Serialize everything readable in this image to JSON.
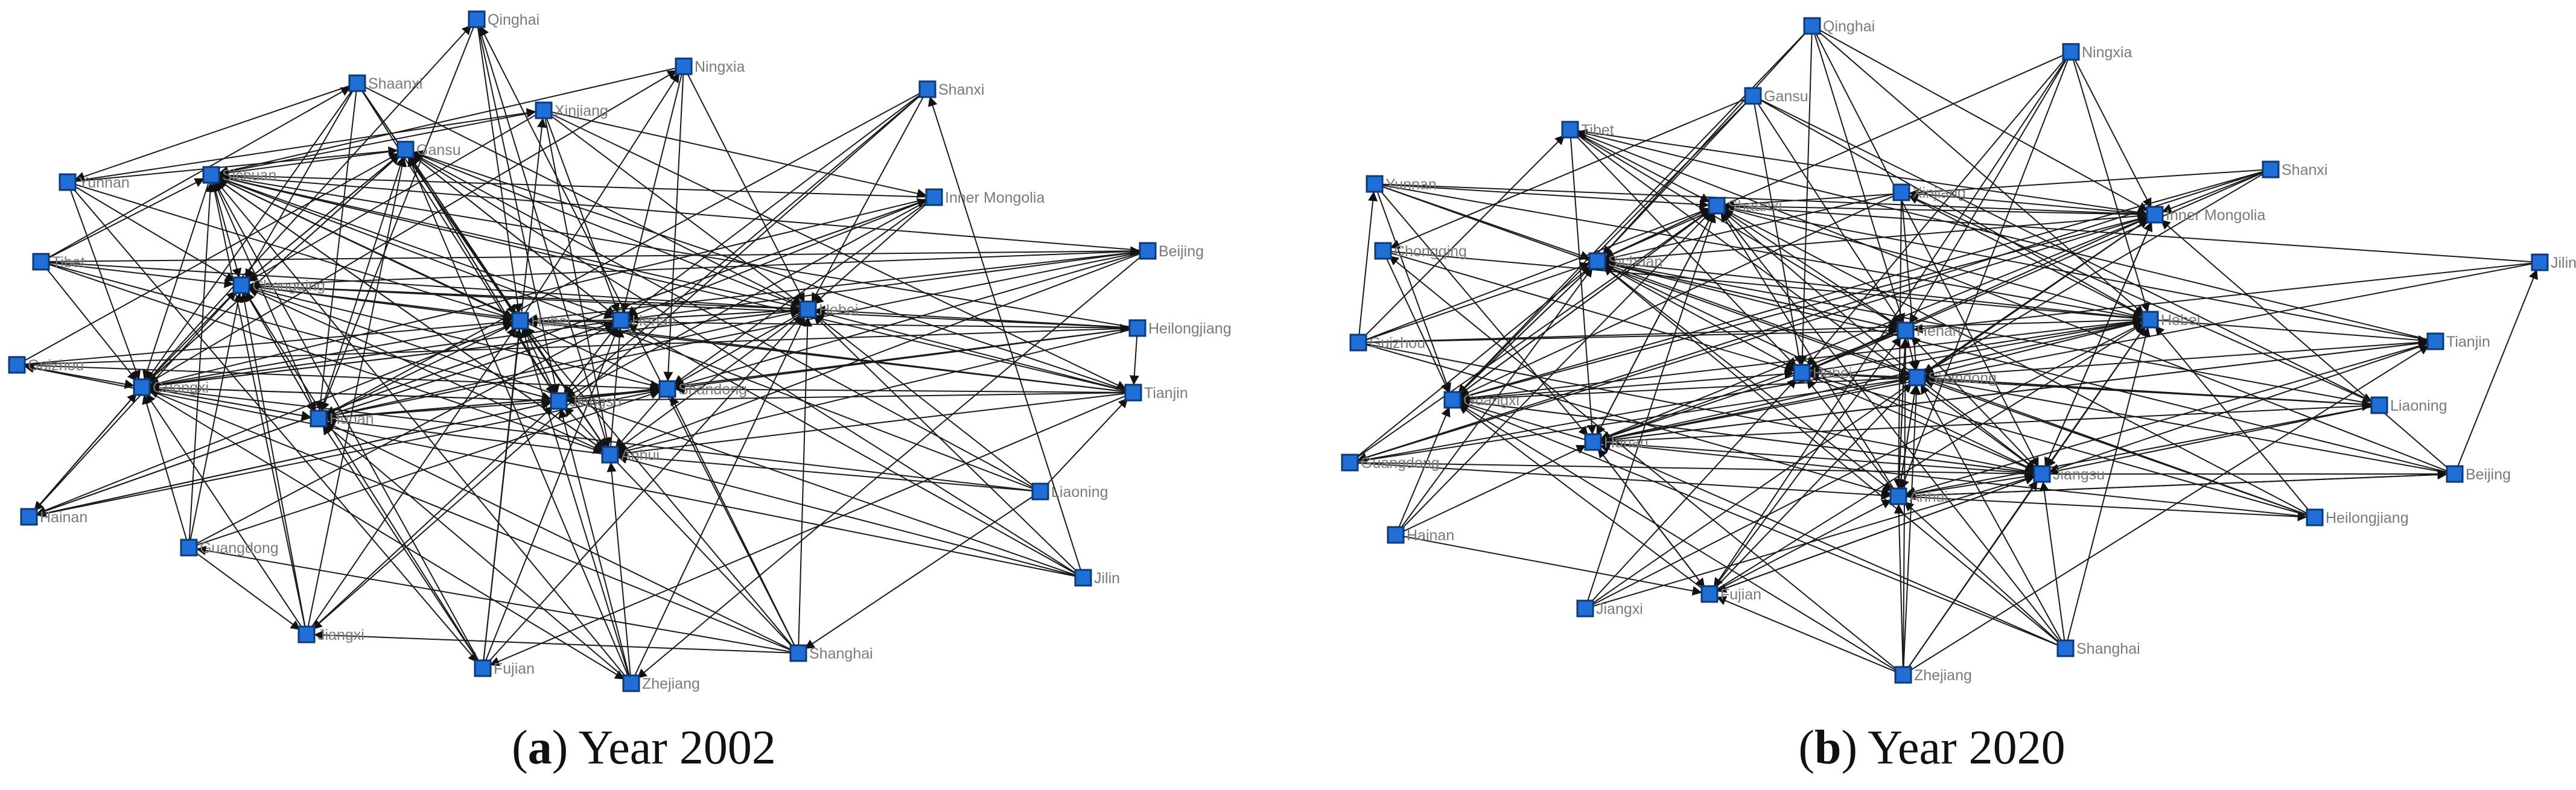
{
  "panels": [
    {
      "id": "a",
      "caption_letter": "a",
      "caption_text": "Year 2002",
      "nodes": [
        "Qinghai",
        "Ningxia",
        "Shaanxi",
        "Shanxi",
        "Xinjiang",
        "Gansu",
        "Sichuan",
        "Yunnan",
        "Inner Mongolia",
        "Beijing",
        "Tibet",
        "Chongqing",
        "Hubei",
        "Henan",
        "Hebei",
        "Heilongjiang",
        "Guizhou",
        "Guangxi",
        "Jiangsu",
        "Shandong",
        "Tianjin",
        "Hunan",
        "Anhui",
        "Liaoning",
        "Hainan",
        "Guangdong",
        "Jilin",
        "Jiangxi",
        "Fujian",
        "Zhejiang",
        "Shanghai"
      ]
    },
    {
      "id": "b",
      "caption_letter": "b",
      "caption_text": "Year 2020",
      "nodes": [
        "Qinghai",
        "Ningxia",
        "Gansu",
        "Tibet",
        "Yunnan",
        "Shanxi",
        "Shaanxi",
        "Xinjiang",
        "Inner Mongolia",
        "Chongqing",
        "Sichuan",
        "Jilin",
        "Guizhou",
        "Henan",
        "Hebei",
        "Hubei",
        "Shandong",
        "Tianjin",
        "Guangxi",
        "Liaoning",
        "Hunan",
        "Guangdong",
        "Beijing",
        "Anhui",
        "Jiangsu",
        "Hainan",
        "Heilongjiang",
        "Fujian",
        "Jiangxi",
        "Shanghai",
        "Zhejiang"
      ]
    }
  ]
}
